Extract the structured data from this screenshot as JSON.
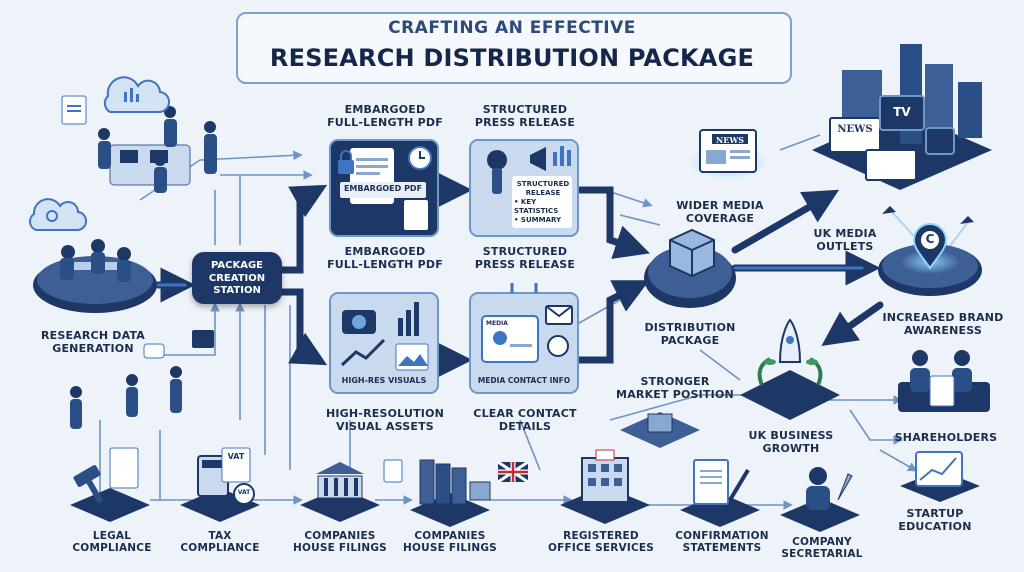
{
  "title": {
    "line1": "CRAFTING AN EFFECTIVE",
    "line2": "RESEARCH DISTRIBUTION PACKAGE"
  },
  "nodes": {
    "research_data": "RESEARCH DATA\nGENERATION",
    "package_station": "PACKAGE\nCREATION\nSTATION",
    "embargoed_top": "EMBARGOED\nFULL-LENGTH PDF",
    "embargoed_bottom": "EMBARGOED\nFULL-LENGTH PDF",
    "embargoed_card": "EMBARGOED PDF",
    "press_top": "STRUCTURED\nPRESS RELEASE",
    "press_bottom": "STRUCTURED\nPRESS RELEASE",
    "press_card_title": "STRUCTURED\nRELEASE",
    "press_card_items": [
      "• KEY STATISTICS",
      "• SUMMARY"
    ],
    "visuals_card": "HIGH-RES VISUALS",
    "visuals_label": "HIGH-RESOLUTION\nVISUAL ASSETS",
    "contact_card": "MEDIA CONTACT INFO",
    "contact_badge": "MEDIA",
    "contact_label": "CLEAR CONTACT\nDETAILS",
    "distribution": "DISTRIBUTION\nPACKAGE",
    "wider_media": "WIDER MEDIA\nCOVERAGE",
    "uk_media": "UK MEDIA\nOUTLETS",
    "brand": "INCREASED BRAND\nAWARENESS",
    "market": "STRONGER\nMARKET POSITION",
    "growth": "UK BUSINESS\nGROWTH",
    "shareholders": "SHAREHOLDERS",
    "startup": "STARTUP\nEDUCATION",
    "legal": "LEGAL\nCOMPLIANCE",
    "tax": "TAX\nCOMPLIANCE",
    "companies_1": "COMPANIES\nHOUSE FILINGS",
    "companies_2": "COMPANIES\nHOUSE FILINGS",
    "registered": "REGISTERED\nOFFICE SERVICES",
    "confirmation": "CONFIRMATION\nSTATEMENTS",
    "secretarial": "COMPANY\nSECRETARIAL"
  },
  "icon_text": {
    "news_small": "NEWS",
    "news_tv": "TV",
    "news_big": "NEWS",
    "vat_1": "VAT",
    "vat_2": "VAT",
    "copyright": "C"
  },
  "colors": {
    "navy": "#1d3766",
    "accent": "#3e74c1",
    "light": "#dde9f6",
    "background": "#eef3f9",
    "glow": "#5fb6f5"
  }
}
